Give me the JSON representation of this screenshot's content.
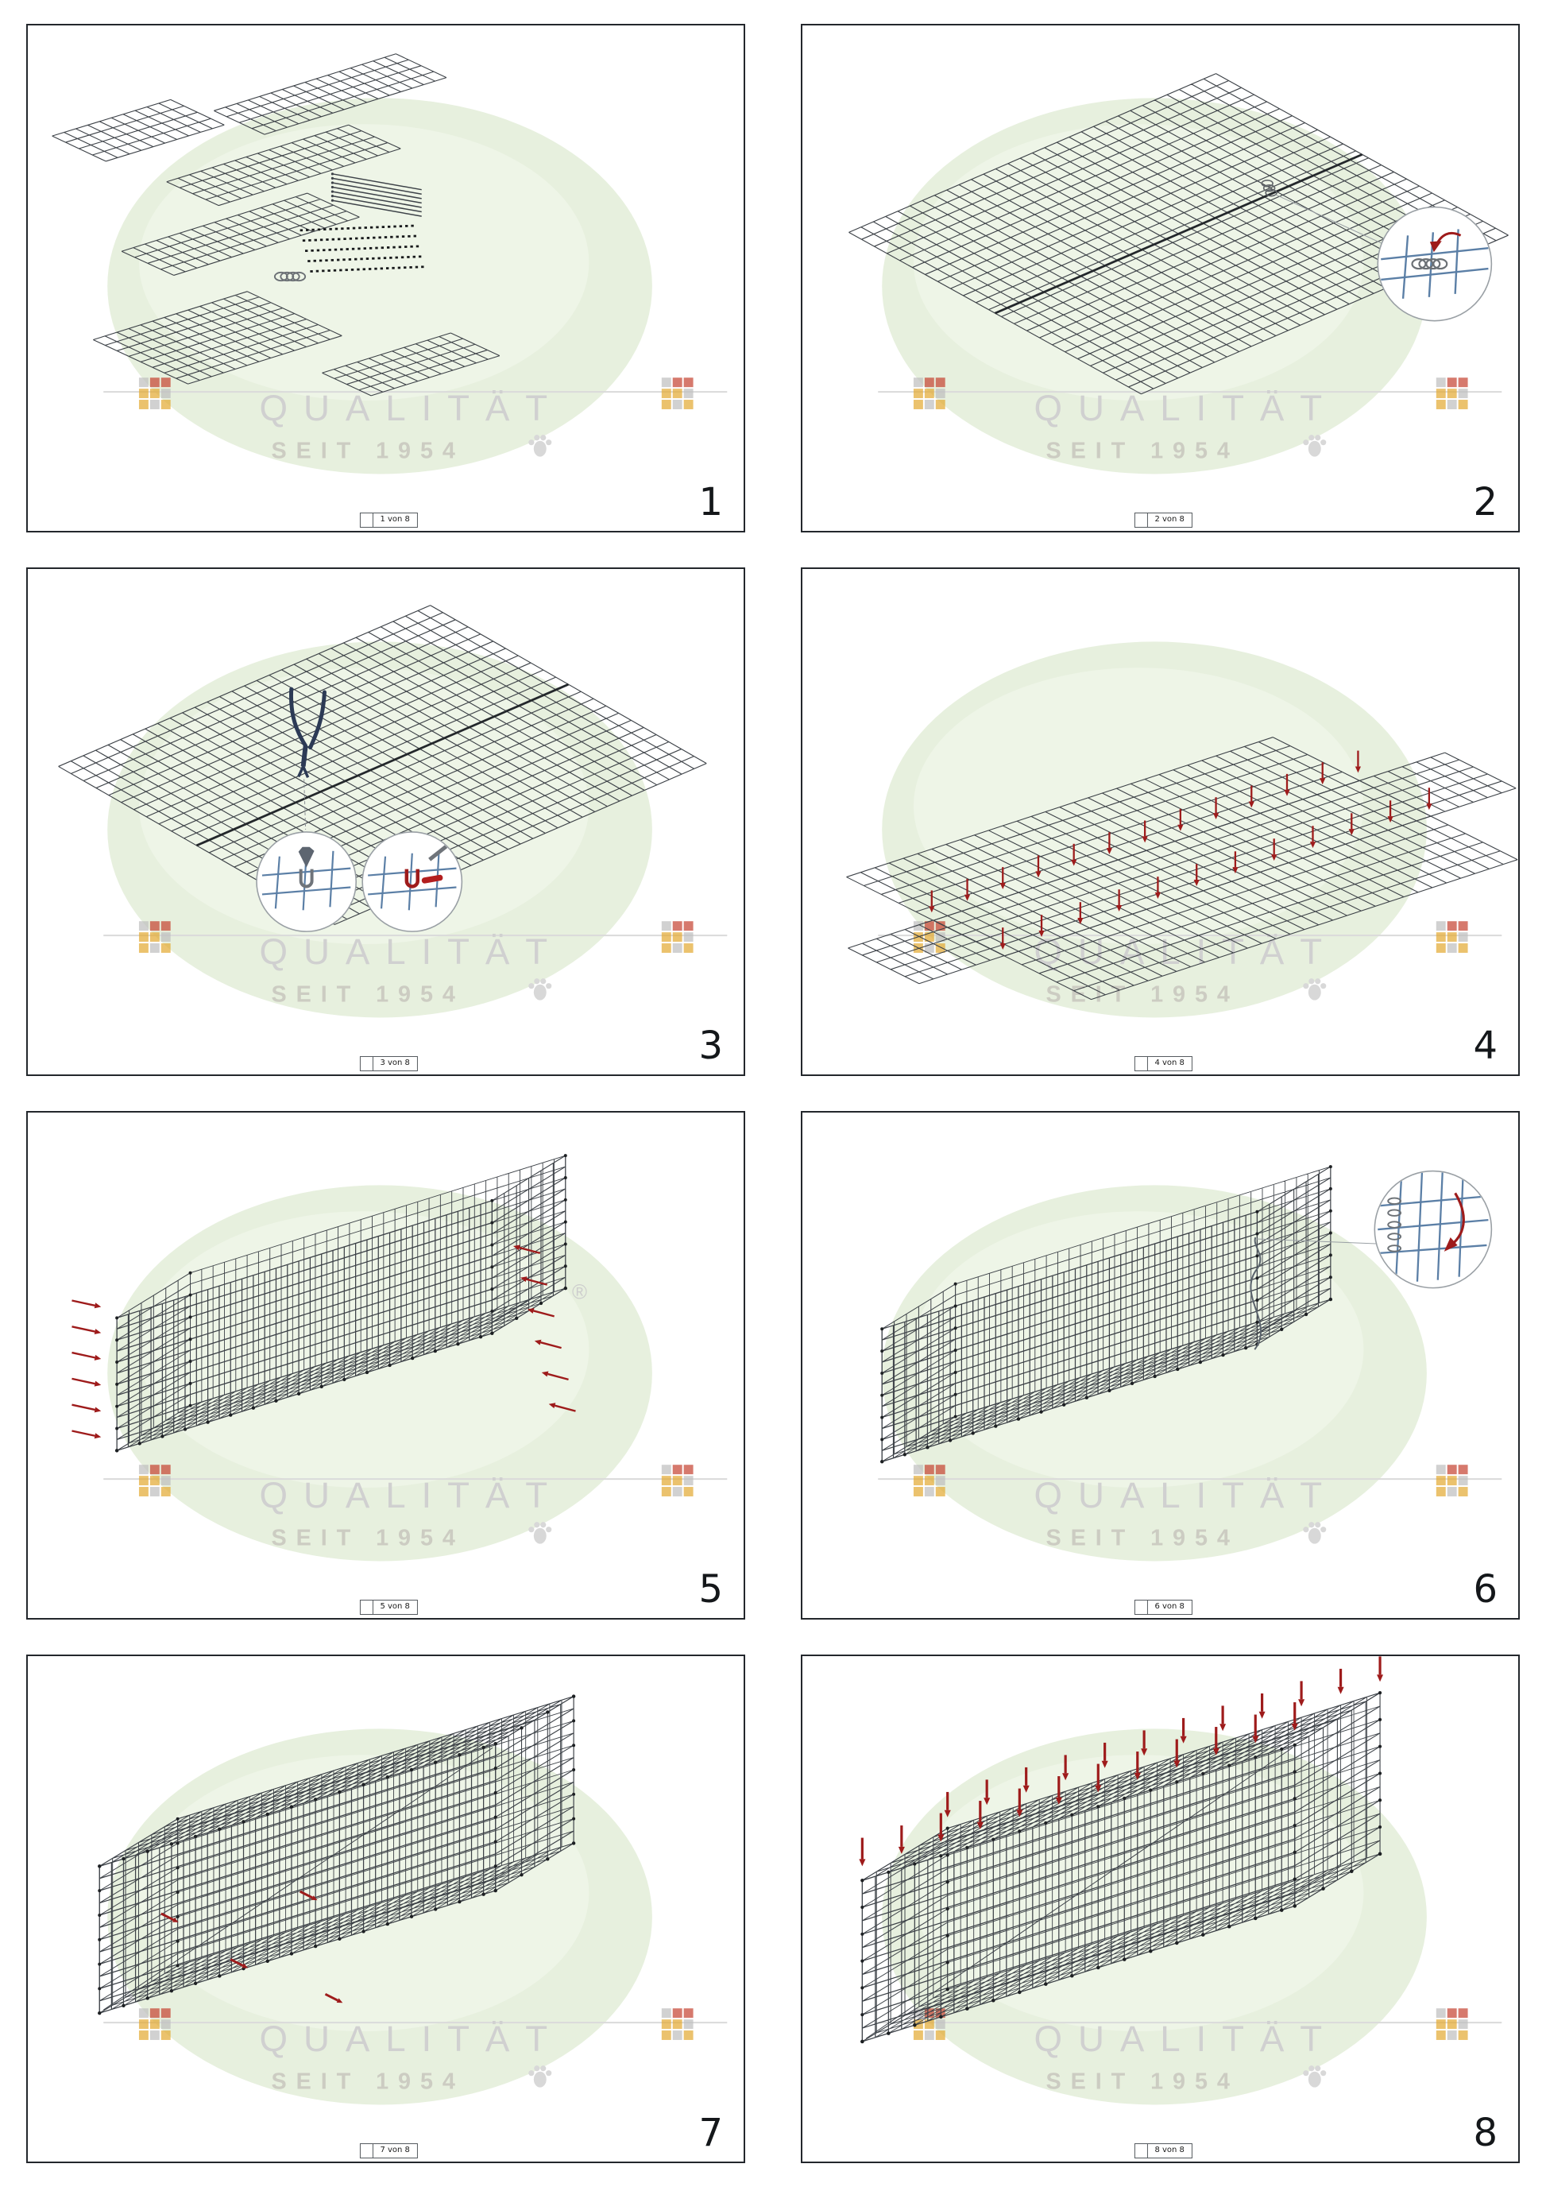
{
  "watermark": {
    "title": "QUALITÄT",
    "subtitle": "SEIT 1954"
  },
  "colors": {
    "mesh": "#3d4248",
    "join": "#23272b",
    "accent_red": "#9e1b1b",
    "detail_blue": "#5b7fa6",
    "tool_navy": "#2c3a55",
    "clip_gray": "#6f747a",
    "watermark_green": "#e7f0de"
  },
  "panels": [
    {
      "step": "1",
      "page": "1 von 8"
    },
    {
      "step": "2",
      "page": "2 von 8"
    },
    {
      "step": "3",
      "page": "3 von 8"
    },
    {
      "step": "4",
      "page": "4 von 8"
    },
    {
      "step": "5",
      "page": "5 von 8"
    },
    {
      "step": "6",
      "page": "6 von 8"
    },
    {
      "step": "7",
      "page": "7 von 8"
    },
    {
      "step": "8",
      "page": "8 von 8"
    }
  ]
}
